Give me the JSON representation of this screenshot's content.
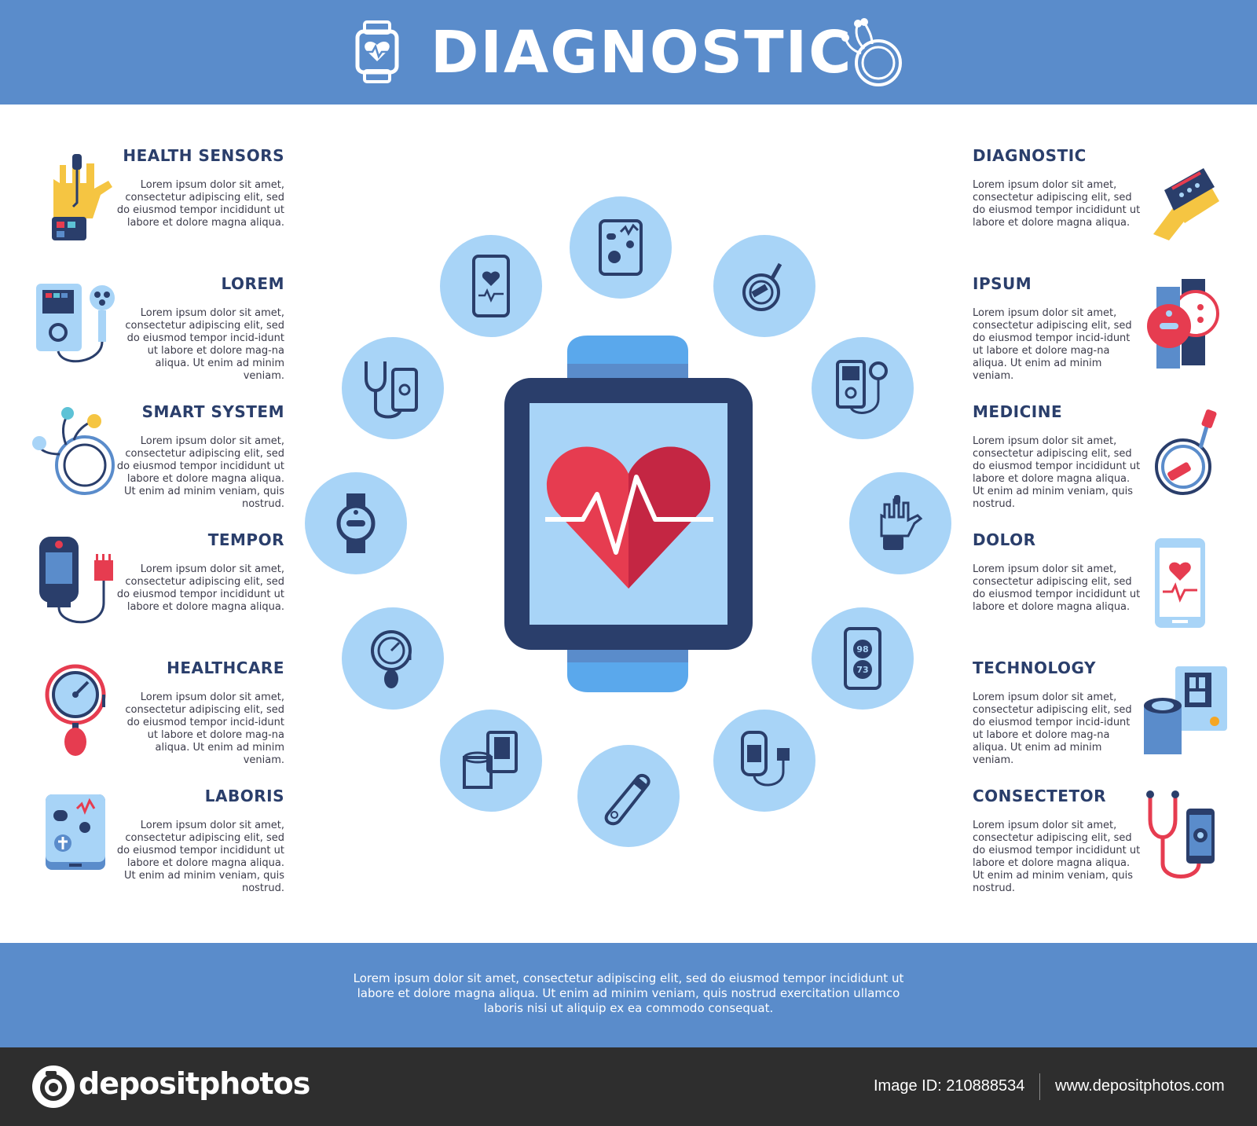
{
  "header": {
    "title": "DIAGNOSTIC"
  },
  "left_items": [
    {
      "title": "HEALTH  SENSORS",
      "text": "Lorem ipsum dolor sit amet, consectetur adipiscing elit, sed do eiusmod tempor incididunt ut labore et dolore magna aliqua."
    },
    {
      "title": "LOREM",
      "text": "Lorem ipsum dolor sit amet, consectetur adipiscing elit, sed do eiusmod tempor incid-idunt ut labore et dolore mag-na aliqua. Ut enim ad minim veniam."
    },
    {
      "title": "SMART  SYSTEM",
      "text": "Lorem ipsum dolor sit amet, consectetur adipiscing elit, sed do eiusmod tempor incididunt ut labore et dolore magna aliqua. Ut enim ad minim veniam, quis nostrud."
    },
    {
      "title": "TEMPOR",
      "text": "Lorem ipsum dolor sit amet, consectetur adipiscing elit, sed do eiusmod tempor incididunt ut labore et dolore magna aliqua."
    },
    {
      "title": "HEALTHCARE",
      "text": "Lorem ipsum dolor sit amet, consectetur adipiscing elit, sed do eiusmod tempor incid-idunt ut labore et dolore mag-na aliqua. Ut enim ad minim veniam."
    },
    {
      "title": "LABORIS",
      "text": "Lorem ipsum dolor sit amet, consectetur adipiscing elit, sed do eiusmod tempor incididunt ut labore et dolore magna aliqua. Ut enim ad minim veniam, quis nostrud."
    }
  ],
  "right_items": [
    {
      "title": "DIAGNOSTIC",
      "text": "Lorem ipsum dolor sit amet, consectetur adipiscing elit, sed do eiusmod tempor incididunt ut labore et dolore magna aliqua."
    },
    {
      "title": "IPSUM",
      "text": "Lorem ipsum dolor sit amet, consectetur adipiscing elit, sed do eiusmod tempor incid-idunt ut labore et dolore mag-na aliqua. Ut enim ad minim veniam."
    },
    {
      "title": "MEDICINE",
      "text": "Lorem ipsum dolor sit amet, consectetur adipiscing elit, sed do eiusmod tempor incididunt ut labore et dolore magna aliqua. Ut enim ad minim veniam, quis nostrud."
    },
    {
      "title": "DOLOR",
      "text": "Lorem ipsum dolor sit amet, consectetur adipiscing elit, sed do eiusmod tempor incididunt ut labore et dolore magna aliqua."
    },
    {
      "title": "TECHNOLOGY",
      "text": "Lorem ipsum dolor sit amet, consectetur adipiscing elit, sed do eiusmod tempor incid-idunt ut labore et dolore mag-na aliqua. Ut enim ad minim veniam."
    },
    {
      "title": "CONSECTETOR",
      "text": "Lorem ipsum dolor sit amet, consectetur adipiscing elit, sed do eiusmod tempor incididunt ut labore et dolore magna aliqua. Ut enim ad minim veniam, quis nostrud."
    }
  ],
  "phone_readings": [
    "98",
    "73"
  ],
  "footer": {
    "text": "Lorem ipsum dolor sit amet, consectetur adipiscing elit, sed do eiusmod tempor incididunt ut labore et dolore magna aliqua. Ut enim ad minim veniam, quis nostrud exercitation ullamco laboris nisi ut aliquip ex ea commodo consequat."
  },
  "bottom_bar": {
    "brand": "depositphotos",
    "image_id": "Image ID: 210888534",
    "site": "www.depositphotos.com"
  },
  "colors": {
    "header_blue": "#5a8ccb",
    "circle_blue": "#a8d4f7",
    "navy": "#2a3e6b",
    "heart_red": "#e63c50",
    "bar_dark": "#2e2e2e"
  },
  "icons": [
    "smartwatch-heart-icon",
    "ecg-electrodes-icon",
    "finger-sensor-icon",
    "holter-monitor-icon",
    "electrode-cable-icon",
    "pulse-oximeter-icon",
    "blood-pressure-gauge-icon",
    "diagnostic-tablet-icon",
    "wristband-hand-icon",
    "smartwatch-icon",
    "usb-cable-icon",
    "heart-phone-icon",
    "bp-monitor-cuff-icon",
    "stethoscope-phone-icon",
    "thermometer-icon",
    "heart-ecg-icon"
  ]
}
